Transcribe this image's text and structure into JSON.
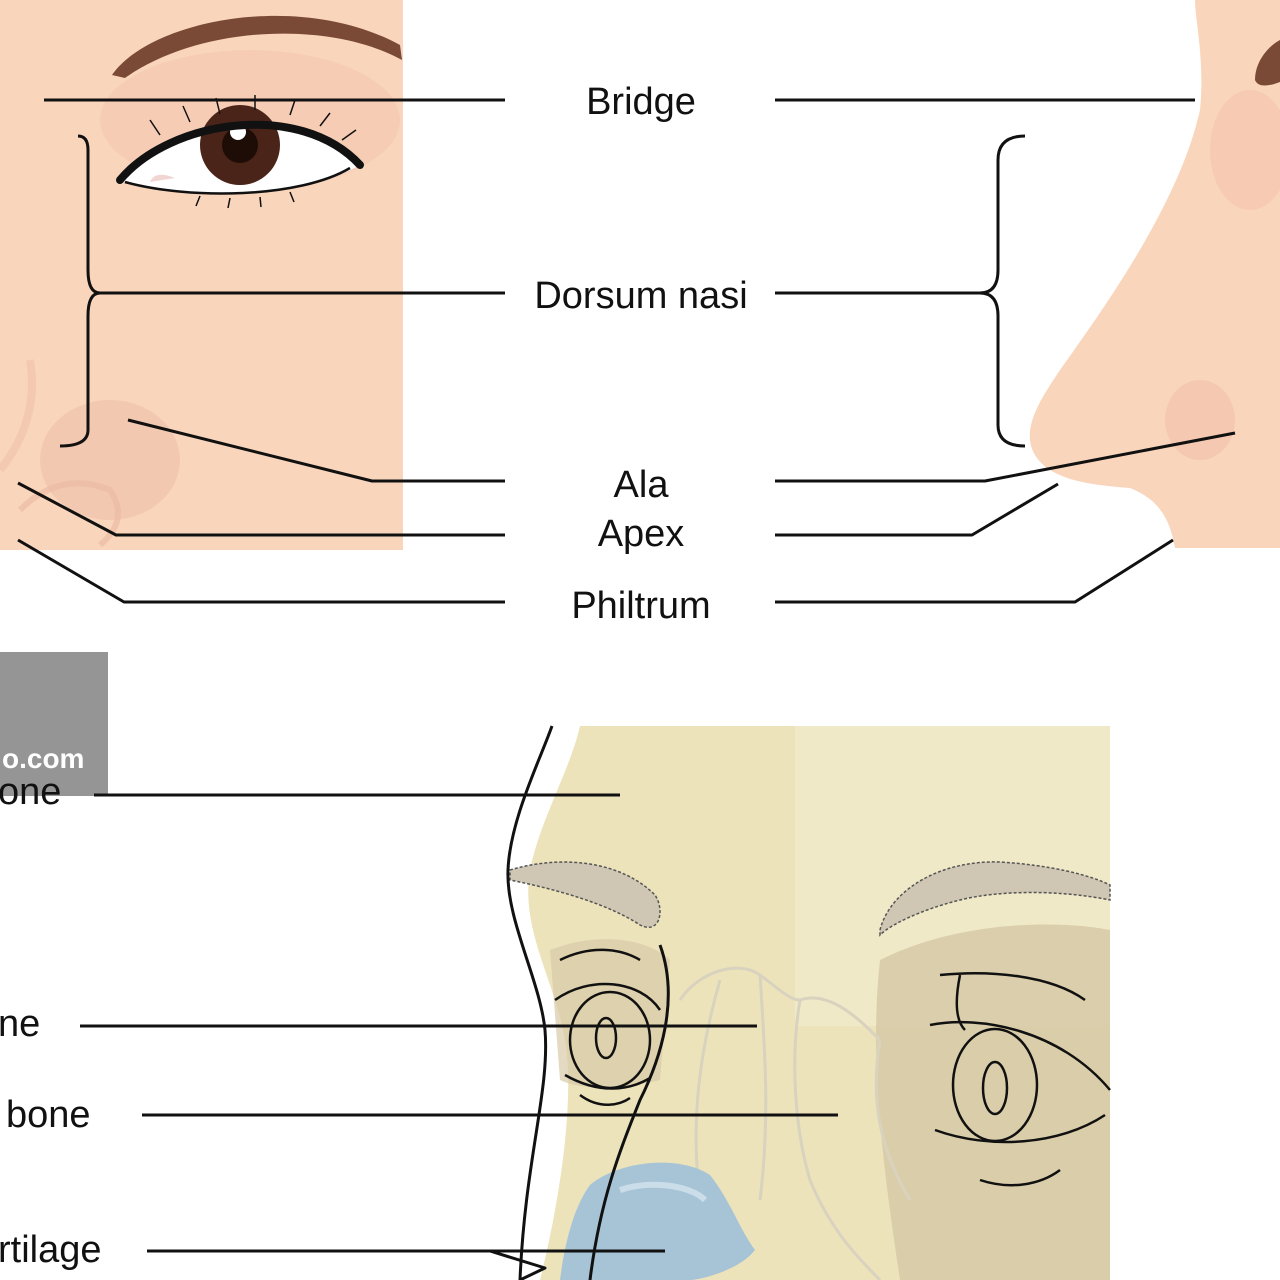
{
  "top_labels": {
    "bridge": "Bridge",
    "dorsum": "Dorsum nasi",
    "ala": "Ala",
    "apex": "Apex",
    "philtrum": "Philtrum"
  },
  "bottom_labels": {
    "label1": "one",
    "label2": "ne",
    "label3": "bone",
    "label4": "rtilage"
  },
  "watermark": "o.com",
  "colors": {
    "skin": "#f9d5bc",
    "skin_shadow": "#f2b9a6",
    "brow": "#7a4a36",
    "iris": "#4a2418",
    "bone": "#ece3bb",
    "bone_shadow": "#d8cba8",
    "cartilage": "#a7c4d6",
    "watermark_bg": "#8a8a8a"
  }
}
